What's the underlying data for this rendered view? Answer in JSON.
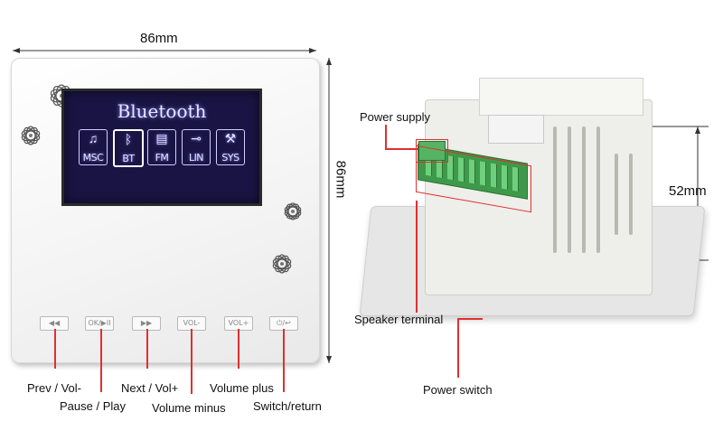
{
  "dimensions": {
    "width": "86mm",
    "height": "86mm",
    "depth": "52mm"
  },
  "screen": {
    "title": "Bluetooth",
    "modes": [
      "MSC",
      "BT",
      "FM",
      "LIN",
      "SYS"
    ],
    "selected_mode": "BT"
  },
  "buttons": [
    {
      "glyph": "◀◀",
      "label": "Prev / Vol-"
    },
    {
      "glyph": "OK/▶II",
      "label": "Pause / Play"
    },
    {
      "glyph": "▶▶",
      "label": "Next / Vol+"
    },
    {
      "glyph": "VOL-",
      "label": "Volume minus"
    },
    {
      "glyph": "VOL+",
      "label": "Volume plus"
    },
    {
      "glyph": "⏻/↩",
      "label": "Switch/return"
    }
  ],
  "back_labels": {
    "power_supply": "Power supply",
    "speaker_terminal": "Speaker terminal",
    "power_switch": "Power switch"
  },
  "colors": {
    "screen": "#1a1444",
    "terminal": "#3e9a4a",
    "callout": "#e03030"
  }
}
